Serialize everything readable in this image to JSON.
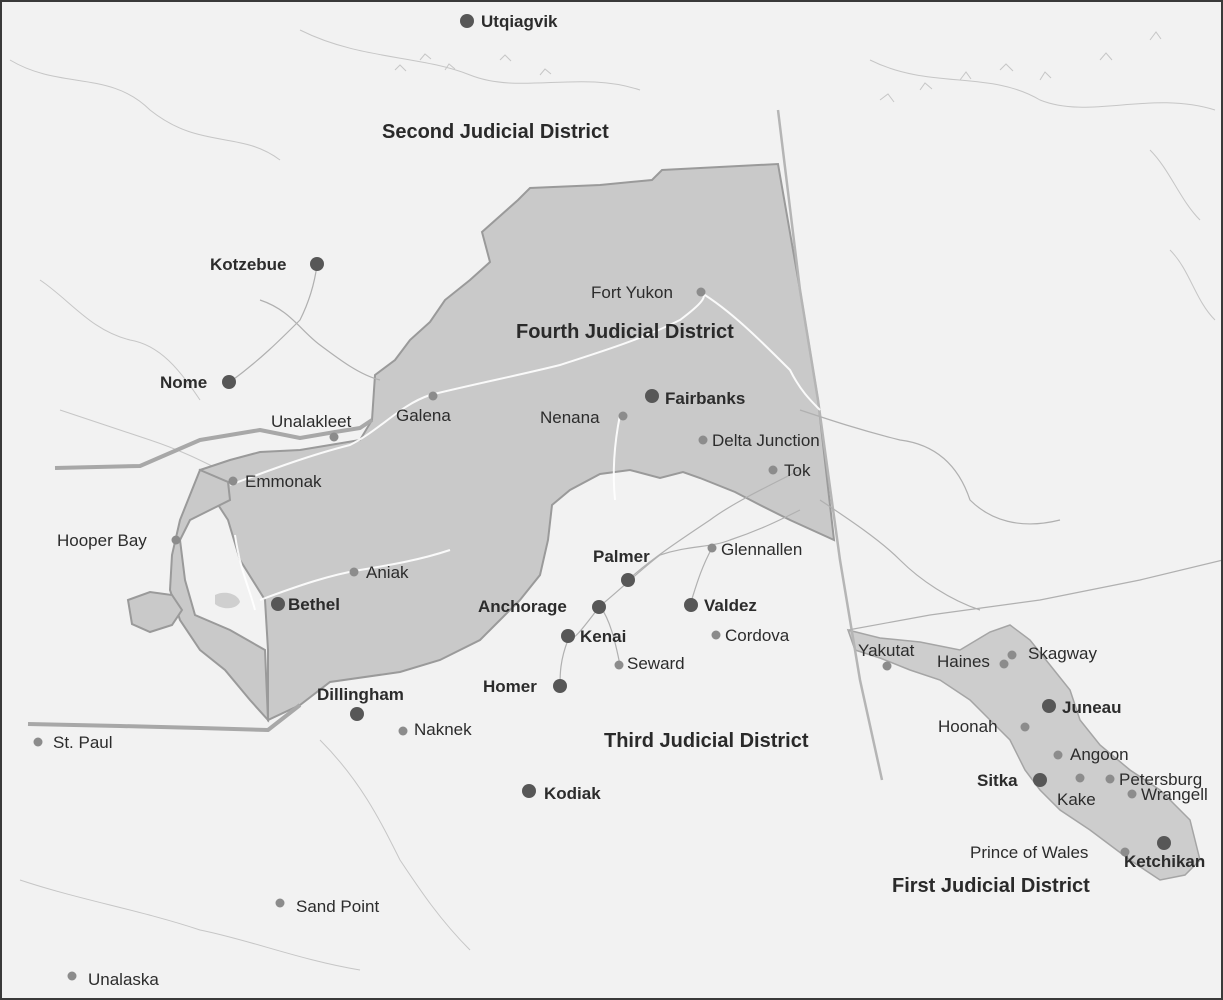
{
  "districts": {
    "first": "First Judicial District",
    "second": "Second Judicial District",
    "third": "Third Judicial District",
    "fourth": "Fourth Judicial District"
  },
  "cities": {
    "utqiagvik": "Utqiagvik",
    "kotzebue": "Kotzebue",
    "nome": "Nome",
    "unalakleet": "Unalakleet",
    "galena": "Galena",
    "fort_yukon": "Fort Yukon",
    "fairbanks": "Fairbanks",
    "nenana": "Nenana",
    "delta_junction": "Delta Junction",
    "tok": "Tok",
    "emmonak": "Emmonak",
    "hooper_bay": "Hooper Bay",
    "aniak": "Aniak",
    "bethel": "Bethel",
    "glennallen": "Glennallen",
    "palmer": "Palmer",
    "anchorage": "Anchorage",
    "valdez": "Valdez",
    "kenai": "Kenai",
    "cordova": "Cordova",
    "seward": "Seward",
    "homer": "Homer",
    "dillingham": "Dillingham",
    "naknek": "Naknek",
    "st_paul": "St. Paul",
    "kodiak": "Kodiak",
    "sand_point": "Sand Point",
    "unalaska": "Unalaska",
    "yakutat": "Yakutat",
    "haines": "Haines",
    "skagway": "Skagway",
    "juneau": "Juneau",
    "hoonah": "Hoonah",
    "angoon": "Angoon",
    "sitka": "Sitka",
    "kake": "Kake",
    "petersburg": "Petersburg",
    "wrangell": "Wrangell",
    "prince_of_wales": "Prince of Wales",
    "ketchikan": "Ketchikan"
  }
}
